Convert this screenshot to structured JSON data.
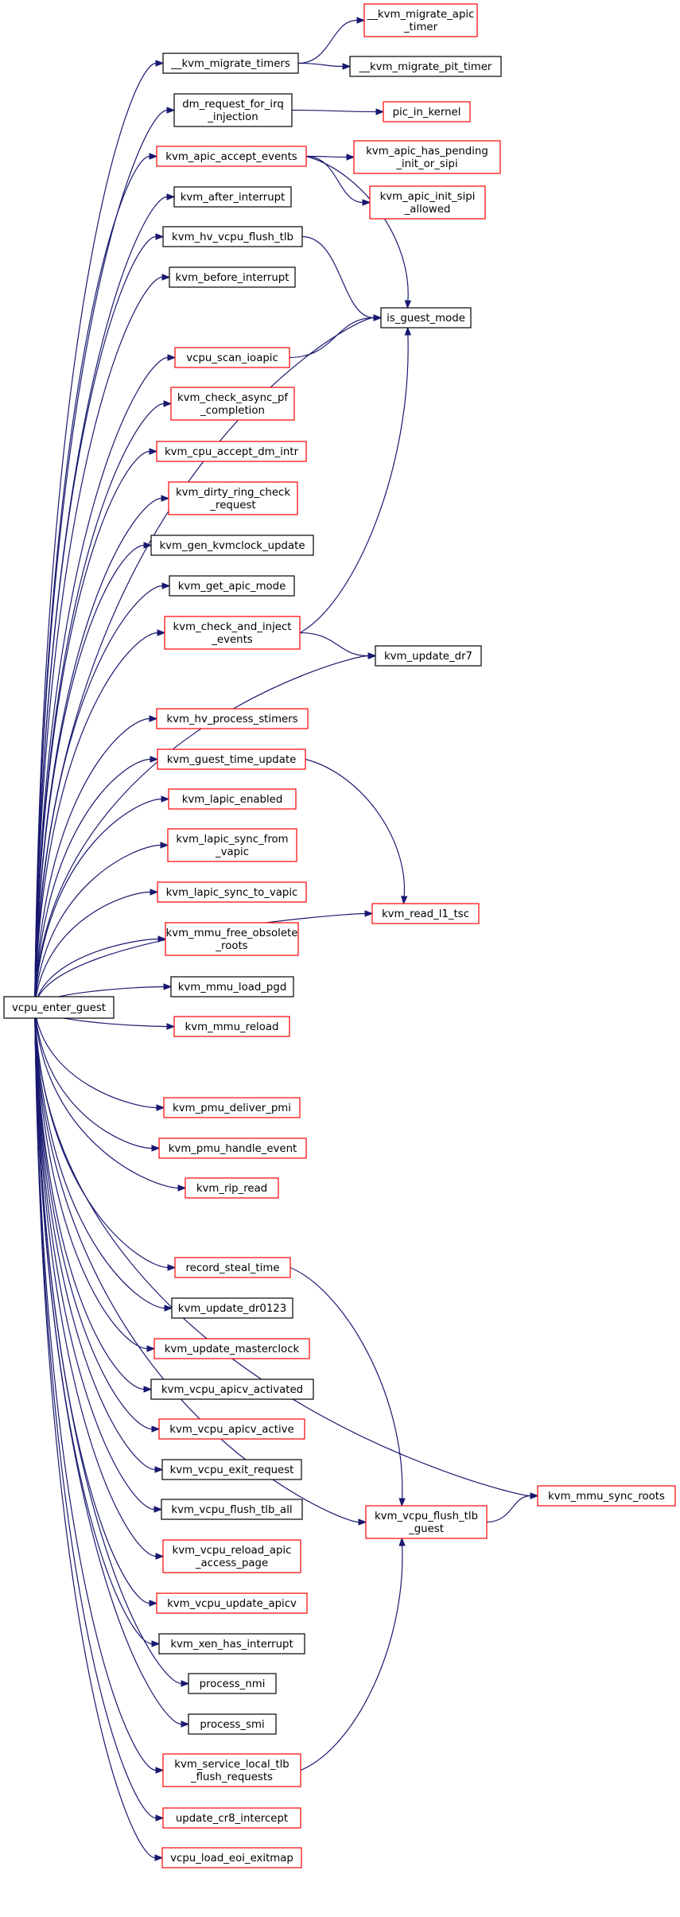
{
  "colors": {
    "edge": "#191970",
    "node_red": "#ff0000",
    "node_black": "#000000",
    "root_fill": "#bfbfbf"
  },
  "nodes": [
    {
      "id": "root",
      "lines": [
        "vcpu_enter_guest"
      ],
      "border": "gray"
    },
    {
      "id": "kmt",
      "lines": [
        "__kvm_migrate_timers"
      ],
      "border": "black"
    },
    {
      "id": "kmat",
      "lines": [
        "__kvm_migrate_apic",
        "_timer"
      ],
      "border": "red"
    },
    {
      "id": "kmpt",
      "lines": [
        "__kvm_migrate_pit_timer"
      ],
      "border": "black"
    },
    {
      "id": "dmr",
      "lines": [
        "dm_request_for_irq",
        "_injection"
      ],
      "border": "black"
    },
    {
      "id": "pik",
      "lines": [
        "pic_in_kernel"
      ],
      "border": "red"
    },
    {
      "id": "kaae",
      "lines": [
        "kvm_apic_accept_events"
      ],
      "border": "red"
    },
    {
      "id": "kahp",
      "lines": [
        "kvm_apic_has_pending",
        "_init_or_sipi"
      ],
      "border": "red"
    },
    {
      "id": "kais",
      "lines": [
        "kvm_apic_init_sipi",
        "_allowed"
      ],
      "border": "red"
    },
    {
      "id": "kai",
      "lines": [
        "kvm_after_interrupt"
      ],
      "border": "black"
    },
    {
      "id": "khvft",
      "lines": [
        "kvm_hv_vcpu_flush_tlb"
      ],
      "border": "black"
    },
    {
      "id": "kbi",
      "lines": [
        "kvm_before_interrupt"
      ],
      "border": "black"
    },
    {
      "id": "igm",
      "lines": [
        "is_guest_mode"
      ],
      "border": "black"
    },
    {
      "id": "vsi",
      "lines": [
        "vcpu_scan_ioapic"
      ],
      "border": "red"
    },
    {
      "id": "kcap",
      "lines": [
        "kvm_check_async_pf",
        "_completion"
      ],
      "border": "red"
    },
    {
      "id": "kcadi",
      "lines": [
        "kvm_cpu_accept_dm_intr"
      ],
      "border": "red"
    },
    {
      "id": "kdrc",
      "lines": [
        "kvm_dirty_ring_check",
        "_request"
      ],
      "border": "red"
    },
    {
      "id": "kgku",
      "lines": [
        "kvm_gen_kvmclock_update"
      ],
      "border": "black"
    },
    {
      "id": "kgam",
      "lines": [
        "kvm_get_apic_mode"
      ],
      "border": "black"
    },
    {
      "id": "kcie",
      "lines": [
        "kvm_check_and_inject",
        "_events"
      ],
      "border": "red"
    },
    {
      "id": "kud7",
      "lines": [
        "kvm_update_dr7"
      ],
      "border": "black"
    },
    {
      "id": "khps",
      "lines": [
        "kvm_hv_process_stimers"
      ],
      "border": "red"
    },
    {
      "id": "kgtu",
      "lines": [
        "kvm_guest_time_update"
      ],
      "border": "red"
    },
    {
      "id": "kle",
      "lines": [
        "kvm_lapic_enabled"
      ],
      "border": "red"
    },
    {
      "id": "klsfv",
      "lines": [
        "kvm_lapic_sync_from",
        "_vapic"
      ],
      "border": "red"
    },
    {
      "id": "klstv",
      "lines": [
        "kvm_lapic_sync_to_vapic"
      ],
      "border": "red"
    },
    {
      "id": "krlt",
      "lines": [
        "kvm_read_l1_tsc"
      ],
      "border": "red"
    },
    {
      "id": "kmfor",
      "lines": [
        "kvm_mmu_free_obsolete",
        "_roots"
      ],
      "border": "red"
    },
    {
      "id": "kmlp",
      "lines": [
        "kvm_mmu_load_pgd"
      ],
      "border": "black"
    },
    {
      "id": "kmr",
      "lines": [
        "kvm_mmu_reload"
      ],
      "border": "red"
    },
    {
      "id": "kpdp",
      "lines": [
        "kvm_pmu_deliver_pmi"
      ],
      "border": "red"
    },
    {
      "id": "kphe",
      "lines": [
        "kvm_pmu_handle_event"
      ],
      "border": "red"
    },
    {
      "id": "krr",
      "lines": [
        "kvm_rip_read"
      ],
      "border": "red"
    },
    {
      "id": "rst",
      "lines": [
        "record_steal_time"
      ],
      "border": "red"
    },
    {
      "id": "kud0",
      "lines": [
        "kvm_update_dr0123"
      ],
      "border": "black"
    },
    {
      "id": "kum",
      "lines": [
        "kvm_update_masterclock"
      ],
      "border": "red"
    },
    {
      "id": "kvaa",
      "lines": [
        "kvm_vcpu_apicv_activated"
      ],
      "border": "black"
    },
    {
      "id": "kvaac",
      "lines": [
        "kvm_vcpu_apicv_active"
      ],
      "border": "red"
    },
    {
      "id": "kver",
      "lines": [
        "kvm_vcpu_exit_request"
      ],
      "border": "black"
    },
    {
      "id": "kvfta",
      "lines": [
        "kvm_vcpu_flush_tlb_all"
      ],
      "border": "black"
    },
    {
      "id": "kvftg",
      "lines": [
        "kvm_vcpu_flush_tlb",
        "_guest"
      ],
      "border": "red"
    },
    {
      "id": "kmsr",
      "lines": [
        "kvm_mmu_sync_roots"
      ],
      "border": "red"
    },
    {
      "id": "kvrap",
      "lines": [
        "kvm_vcpu_reload_apic",
        "_access_page"
      ],
      "border": "red"
    },
    {
      "id": "kvua",
      "lines": [
        "kvm_vcpu_update_apicv"
      ],
      "border": "red"
    },
    {
      "id": "kxhi",
      "lines": [
        "kvm_xen_has_interrupt"
      ],
      "border": "black"
    },
    {
      "id": "pn",
      "lines": [
        "process_nmi"
      ],
      "border": "black"
    },
    {
      "id": "ps",
      "lines": [
        "process_smi"
      ],
      "border": "black"
    },
    {
      "id": "ksltf",
      "lines": [
        "kvm_service_local_tlb",
        "_flush_requests"
      ],
      "border": "red"
    },
    {
      "id": "uc8",
      "lines": [
        "update_cr8_intercept"
      ],
      "border": "red"
    },
    {
      "id": "vleem",
      "lines": [
        "vcpu_load_eoi_exitmap"
      ],
      "border": "red"
    }
  ],
  "edges": [
    [
      "root",
      "kmt"
    ],
    [
      "root",
      "dmr"
    ],
    [
      "root",
      "kaae"
    ],
    [
      "root",
      "kai"
    ],
    [
      "root",
      "khvft"
    ],
    [
      "root",
      "kbi"
    ],
    [
      "root",
      "igm"
    ],
    [
      "root",
      "vsi"
    ],
    [
      "root",
      "kcap"
    ],
    [
      "root",
      "kcadi"
    ],
    [
      "root",
      "kdrc"
    ],
    [
      "root",
      "kgku"
    ],
    [
      "root",
      "kgam"
    ],
    [
      "root",
      "kcie"
    ],
    [
      "root",
      "kud7"
    ],
    [
      "root",
      "khps"
    ],
    [
      "root",
      "kgtu"
    ],
    [
      "root",
      "kle"
    ],
    [
      "root",
      "klsfv"
    ],
    [
      "root",
      "klstv"
    ],
    [
      "root",
      "kmfor"
    ],
    [
      "root",
      "kmlp"
    ],
    [
      "root",
      "kmr"
    ],
    [
      "root",
      "krlt"
    ],
    [
      "root",
      "kpdp"
    ],
    [
      "root",
      "kphe"
    ],
    [
      "root",
      "krr"
    ],
    [
      "root",
      "kmsr"
    ],
    [
      "root",
      "rst"
    ],
    [
      "root",
      "kud0"
    ],
    [
      "root",
      "kum"
    ],
    [
      "root",
      "kvaa"
    ],
    [
      "root",
      "kvaac"
    ],
    [
      "root",
      "kver"
    ],
    [
      "root",
      "kvfta"
    ],
    [
      "root",
      "kvrap"
    ],
    [
      "root",
      "kvua"
    ],
    [
      "root",
      "kxhi"
    ],
    [
      "root",
      "pn"
    ],
    [
      "root",
      "ps"
    ],
    [
      "root",
      "ksltf"
    ],
    [
      "root",
      "uc8"
    ],
    [
      "root",
      "vleem"
    ],
    [
      "root",
      "kvftg"
    ],
    [
      "kmt",
      "kmat"
    ],
    [
      "kmt",
      "kmpt"
    ],
    [
      "dmr",
      "pik"
    ],
    [
      "kaae",
      "kahp"
    ],
    [
      "kaae",
      "kais"
    ],
    [
      "kaae",
      "igm"
    ],
    [
      "khvft",
      "igm"
    ],
    [
      "vsi",
      "igm"
    ],
    [
      "kcie",
      "igm"
    ],
    [
      "kcie",
      "kud7"
    ],
    [
      "kgtu",
      "krlt"
    ],
    [
      "rst",
      "kvftg"
    ],
    [
      "kvftg",
      "kmsr"
    ],
    [
      "ksltf",
      "kvftg"
    ]
  ]
}
